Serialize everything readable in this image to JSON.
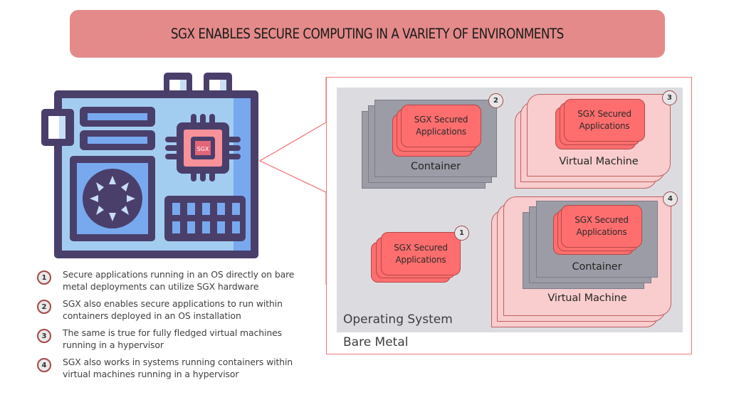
{
  "title": "SGX ENABLES SECURE COMPUTING IN A VARIETY OF ENVIRONMENTS",
  "hardware_icon": {
    "chip_label": "SGX"
  },
  "legend": [
    {
      "number": "1",
      "text": "Secure applications running in an OS directly on bare metal deployments can utilize SGX hardware"
    },
    {
      "number": "2",
      "text": "SGX also enables secure applications to run within containers deployed in an OS installation"
    },
    {
      "number": "3",
      "text": "The same is true for fully fledged virtual machines running in a hypervisor"
    },
    {
      "number": "4",
      "text": "SGX also works in systems running containers within virtual machines running in a hypervisor"
    }
  ],
  "diagram": {
    "bare_metal_label": "Bare Metal",
    "os_label": "Operating System",
    "app_label": "SGX Secured Applications",
    "container_label": "Container",
    "vm_label": "Virtual Machine",
    "scenarios": [
      {
        "number": "1"
      },
      {
        "number": "2"
      },
      {
        "number": "3"
      },
      {
        "number": "4"
      }
    ]
  },
  "colors": {
    "title_bg": "#e48a8a",
    "frame": "#f07a7a",
    "os_bg": "#dcdce0",
    "container": "#9c9ca6",
    "vm": "#f9cccd",
    "app": "#ff6e6e",
    "board_outline": "#4a3f6b",
    "board_fill": "#a3cdf0",
    "board_accent": "#78a9ee"
  }
}
